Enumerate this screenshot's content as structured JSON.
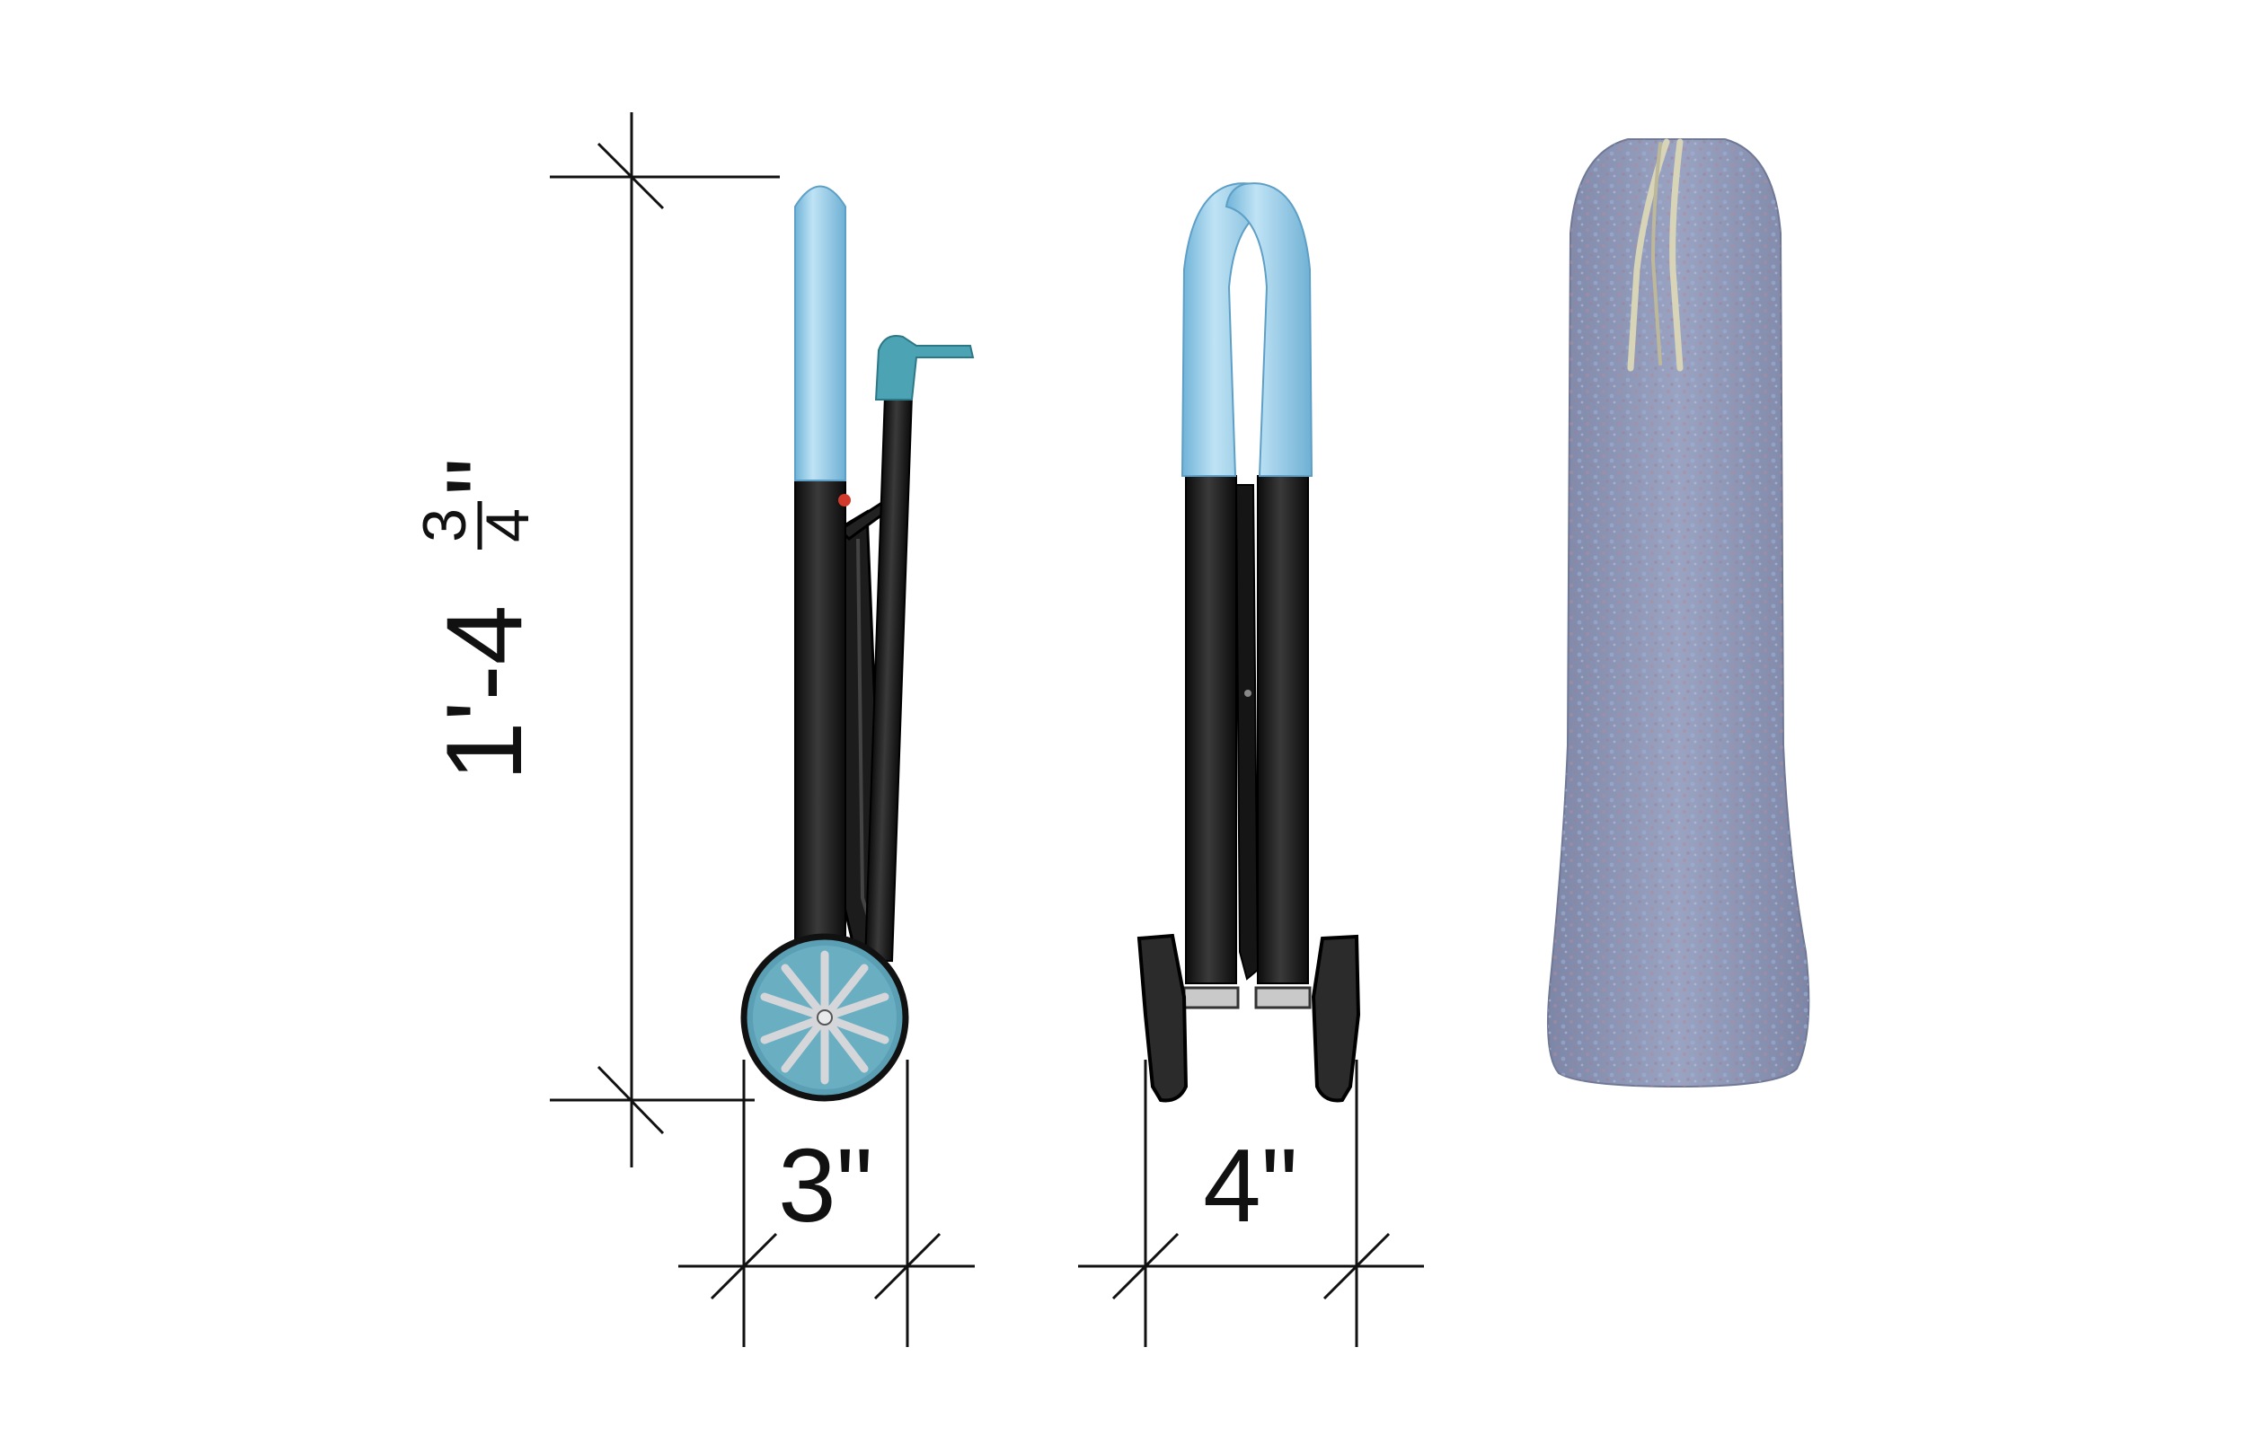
{
  "dimensions": {
    "height": {
      "whole": "1'-4",
      "numerator": "3",
      "denominator": "4",
      "unit_mark": "\""
    },
    "side_depth": "3\"",
    "front_width": "4\""
  },
  "colors": {
    "handle_blue": "#8ec9ea",
    "frame_black": "#1b1b1b",
    "teal_grip": "#4ba3b3",
    "wheel_teal": "#5a9fb4",
    "bag_base": "#8d97b8",
    "bag_fleck": "#b08a98",
    "drawstring": "#d8d4b8",
    "dimension_line": "#111111"
  },
  "views": [
    "side-view",
    "front-view",
    "storage-bag"
  ]
}
